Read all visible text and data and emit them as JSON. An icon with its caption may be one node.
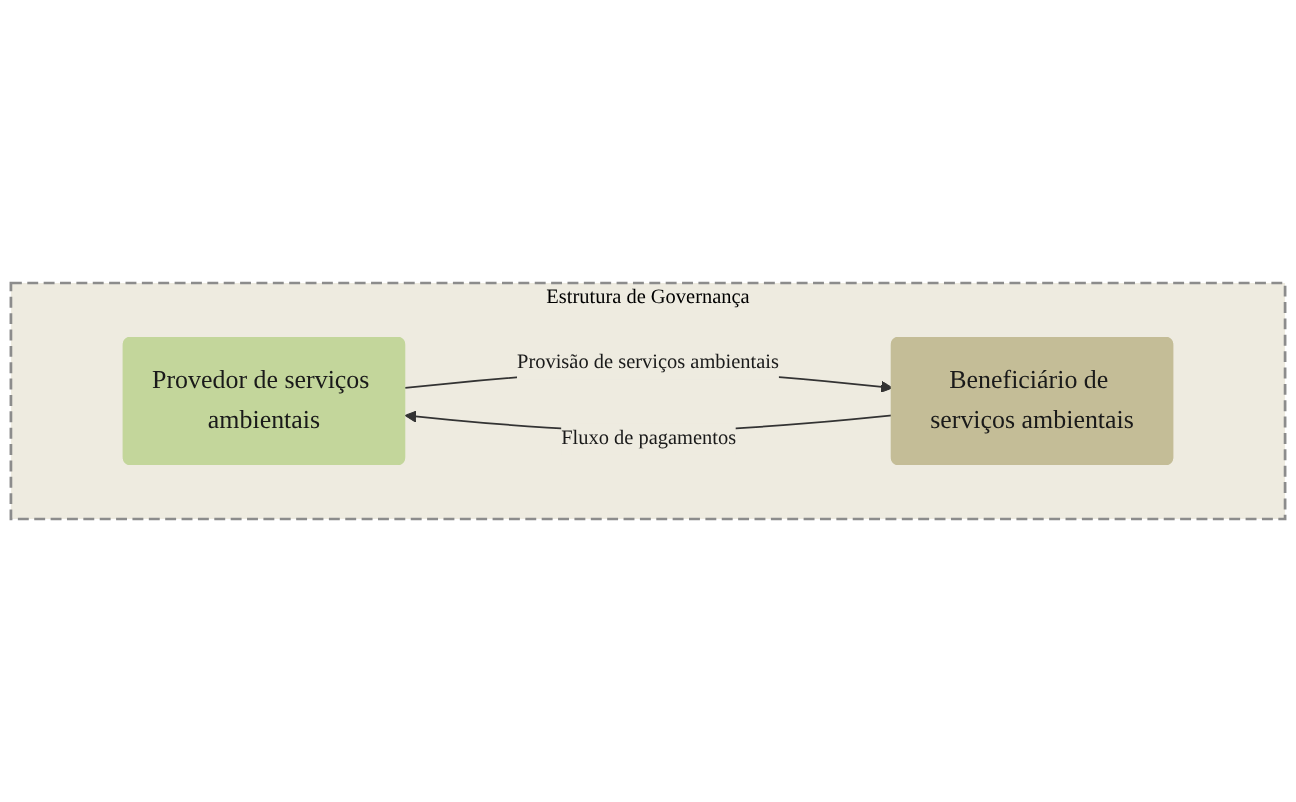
{
  "diagram": {
    "nodes": [
      {
        "text": [
          "Estrutura de Governança"
        ]
      },
      {
        "text": [
          "Provedor de serviços ambientais"
        ],
        "in": 0
      },
      {
        "text": [
          "Beneficiário de serviços ambientais"
        ],
        "in": 0
      }
    ],
    "edges": [
      {
        "from": 1,
        "to": 2,
        "arrow": "to",
        "label": "Provisão de serviços ambientais"
      },
      {
        "from": 2,
        "to": 1,
        "arrow": "to",
        "label": "Fluxo de pagamentos"
      }
    ]
  }
}
